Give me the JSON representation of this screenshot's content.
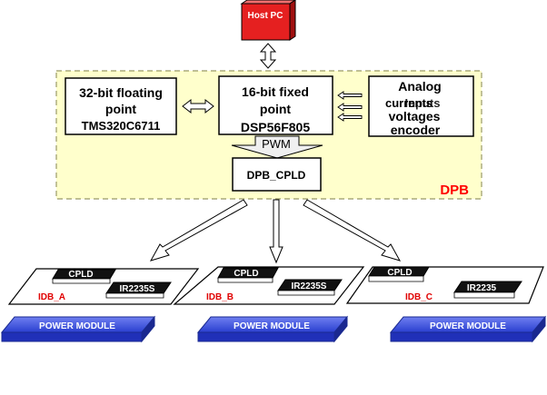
{
  "host_pc": {
    "label": "Host PC"
  },
  "dpb": {
    "label": "DPB",
    "float_block": {
      "line1": "32-bit floating",
      "line2": "point",
      "line3": "TMS320C6711"
    },
    "fixed_block": {
      "line1": "16-bit fixed",
      "line2": "point",
      "line3": "DSP56F805"
    },
    "analog_block": {
      "line1": "Analog",
      "line2a": "currents",
      "line2b": "Inputs",
      "line3": "voltages",
      "line4": "encoder"
    },
    "pwm_label": "PWM",
    "cpld_label": "DPB_CPLD"
  },
  "idb_boards": [
    {
      "name": "IDB_A",
      "cpld": "CPLD",
      "driver": "IR2235S",
      "power": "POWER MODULE"
    },
    {
      "name": "IDB_B",
      "cpld": "CPLD",
      "driver": "IR2235S",
      "power": "POWER MODULE"
    },
    {
      "name": "IDB_C",
      "cpld": "CPLD",
      "driver": "IR2235",
      "power": "POWER MODULE"
    }
  ],
  "colors": {
    "host_red": "#e52020",
    "dpb_fill": "#ffffcc",
    "dpb_label": "#ff0000",
    "idb_label": "#e00000",
    "power_blue": "#2a3fd0",
    "chip_dark": "#111111"
  }
}
